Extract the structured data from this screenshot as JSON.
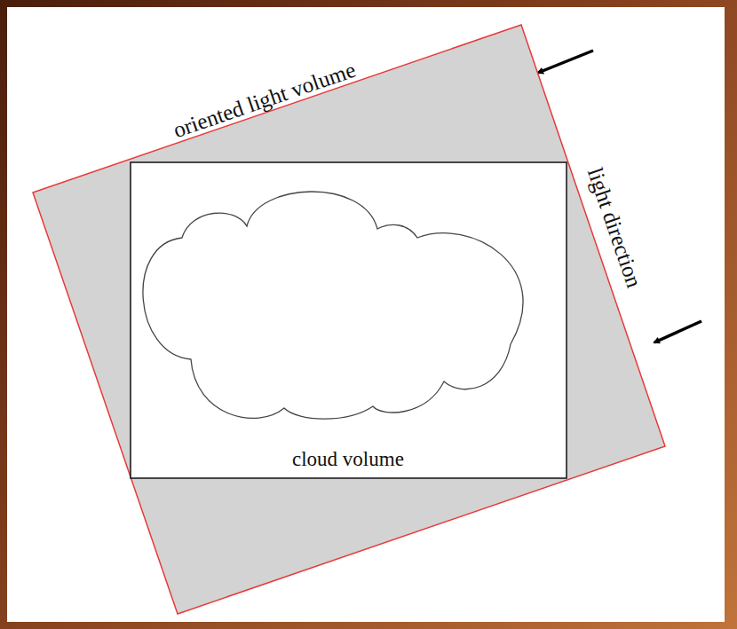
{
  "diagram": {
    "nodes": [
      {
        "text": [
          "oriented light volume"
        ]
      },
      {
        "text": [
          "cloud volume"
        ],
        "in": 0
      }
    ],
    "labels": [
      "light direction"
    ]
  }
}
